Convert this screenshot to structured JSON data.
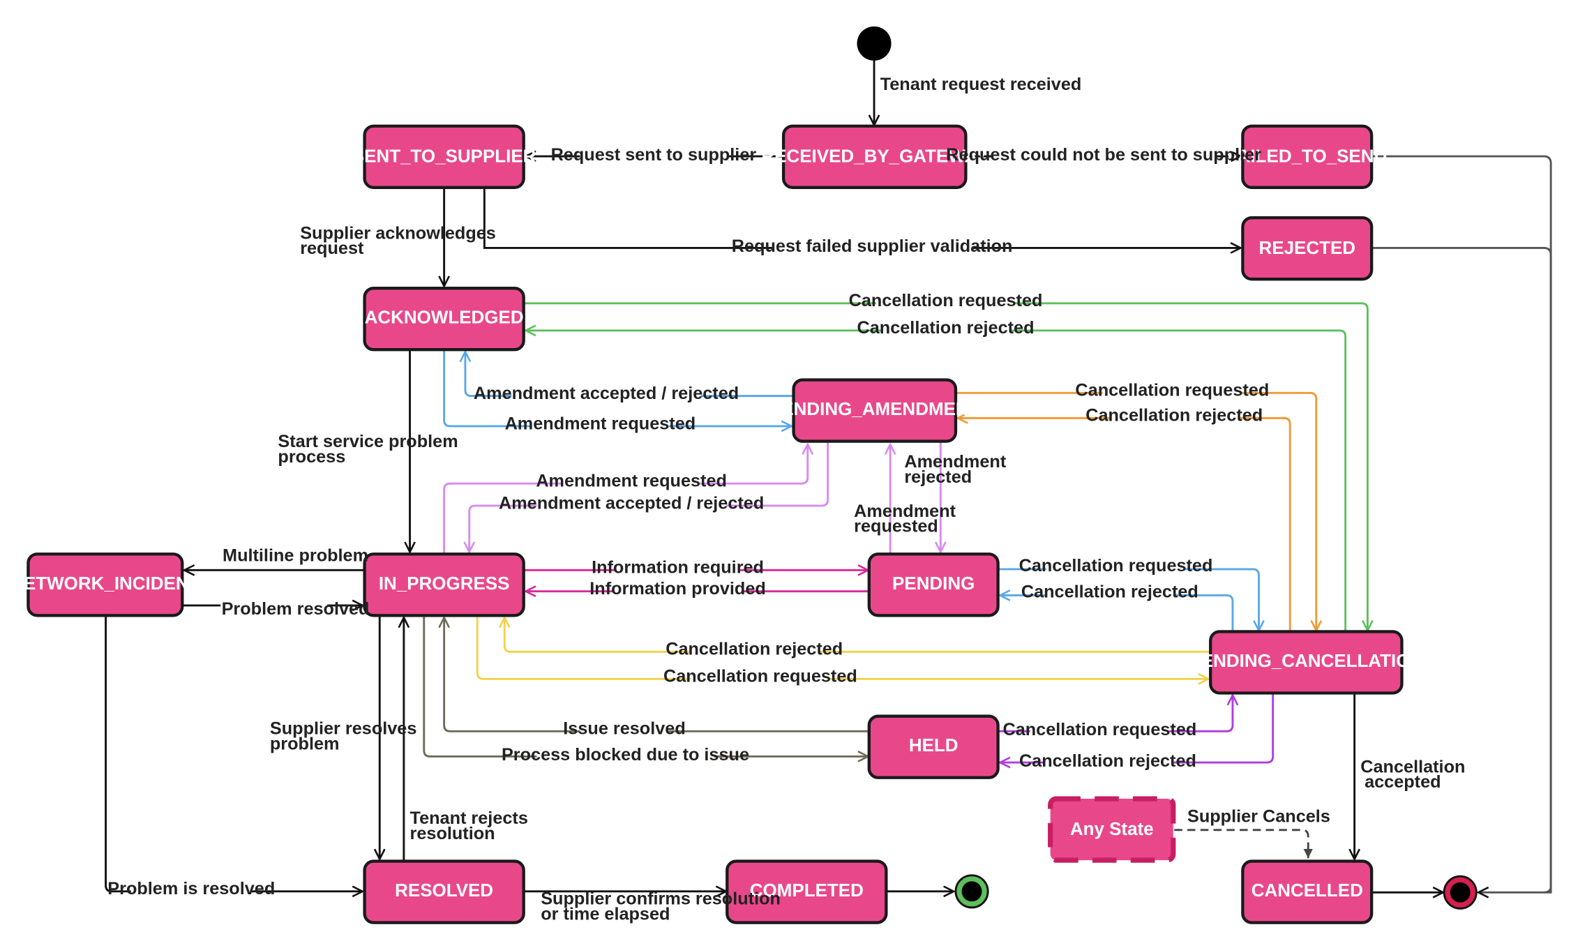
{
  "colors": {
    "state_fill": "#e8488a",
    "black": "#111111",
    "blue": "#5aa7e8",
    "green": "#5cc05c",
    "orange": "#ef9a37",
    "violet": "#d88af0",
    "magenta": "#d6289a",
    "yellow": "#f2d14a",
    "olive": "#6f6b5a",
    "purple": "#b13be0",
    "gray": "#555555"
  },
  "states": {
    "received_by_gateway": "RECEIVED_BY_GATEWAY",
    "sent_to_supplier": "SENT_TO_SUPPLIER",
    "failed_to_send": "FAILED_TO_SEND",
    "rejected": "REJECTED",
    "acknowledged": "ACKNOWLEDGED",
    "pending_amendment": "PENDING_AMENDMENT",
    "network_incident": "NETWORK_INCIDENT",
    "in_progress": "IN_PROGRESS",
    "pending": "PENDING",
    "pending_cancellation": "PENDING_CANCELLATION",
    "held": "HELD",
    "resolved": "RESOLVED",
    "completed": "COMPLETED",
    "cancelled": "CANCELLED",
    "any_state": "Any State"
  },
  "labels": {
    "tenant_request_received": "Tenant request received",
    "request_sent_to_supplier": "Request sent to supplier",
    "request_could_not_be_sent": "Request could not be sent to supplier",
    "supplier_acknowledges_1": "Supplier acknowledges",
    "supplier_acknowledges_2": "request",
    "request_failed_validation": "Request failed supplier validation",
    "ack_cancellation_requested": "Cancellation requested",
    "ack_cancellation_rejected": "Cancellation rejected",
    "amendment_accepted_rejected_ack": "Amendment accepted / rejected",
    "amendment_requested_ack": "Amendment requested",
    "pa_cancellation_requested": "Cancellation requested",
    "pa_cancellation_rejected": "Cancellation rejected",
    "start_service_1": "Start service problem",
    "start_service_2": "process",
    "amendment_requested_ip": "Amendment requested",
    "amendment_accepted_rejected_ip": "Amendment accepted / rejected",
    "amendment_rejected_1": "Amendment",
    "amendment_rejected_2": "rejected",
    "amendment_requested_p1": "Amendment",
    "amendment_requested_p2": "requested",
    "multiline_problem": "Multiline problem",
    "problem_resolved": "Problem resolved",
    "information_required": "Information required",
    "information_provided": "Information provided",
    "p_cancellation_requested": "Cancellation requested",
    "p_cancellation_rejected": "Cancellation rejected",
    "ip_cancellation_rejected": "Cancellation rejected",
    "ip_cancellation_requested": "Cancellation requested",
    "supplier_resolves_1": "Supplier resolves",
    "supplier_resolves_2": "problem",
    "issue_resolved": "Issue resolved",
    "process_blocked": "Process blocked due to issue",
    "held_cancellation_requested": "Cancellation requested",
    "held_cancellation_rejected": "Cancellation rejected",
    "cancellation_accepted_1": "Cancellation",
    "cancellation_accepted_2": "accepted",
    "tenant_rejects_1": "Tenant rejects",
    "tenant_rejects_2": "resolution",
    "supplier_cancels": "Supplier Cancels",
    "problem_is_resolved": "Problem is resolved",
    "supplier_confirms_1": "Supplier confirms resolution",
    "supplier_confirms_2": "or time elapsed"
  }
}
